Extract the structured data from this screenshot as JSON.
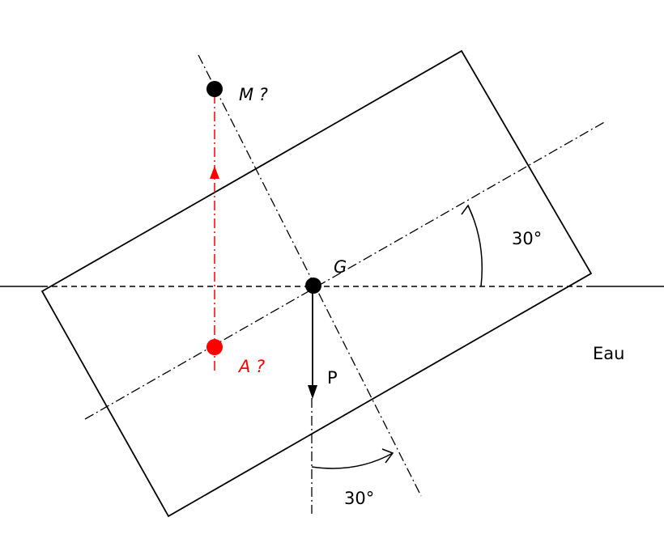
{
  "labels": {
    "metacentre": "M ?",
    "centre_of_gravity": "G",
    "centre_of_buoyancy": "A ?",
    "weight": "P",
    "water": "Eau",
    "angle_axis": "30°",
    "angle_vertical": "30°"
  },
  "angles": {
    "tilt_deg": 30
  },
  "colors": {
    "stroke": "#000000",
    "unknown_point": "#ff0000",
    "background": "#ffffff"
  }
}
